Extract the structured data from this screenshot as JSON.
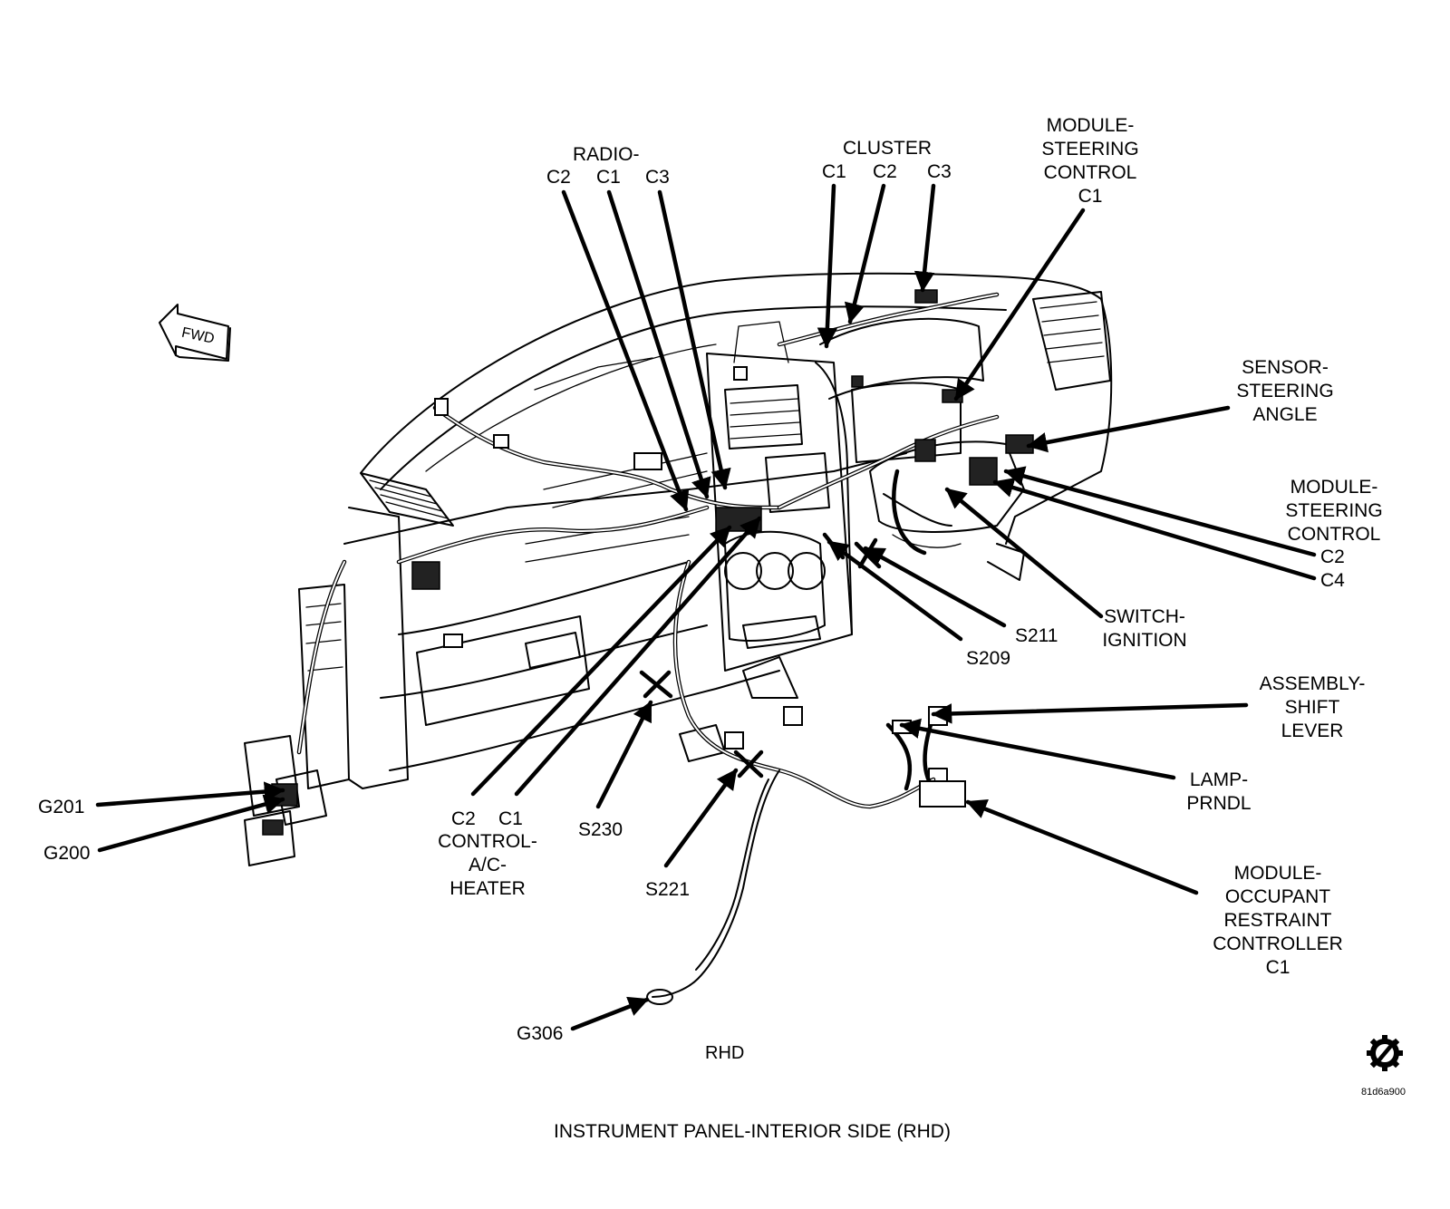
{
  "fwd_label": "FWD",
  "labels": {
    "radio": "RADIO-",
    "radio_c2": "C2",
    "radio_c1": "C1",
    "radio_c3": "C3",
    "cluster": "CLUSTER",
    "cluster_c1": "C1",
    "cluster_c2": "C2",
    "cluster_c3": "C3",
    "msc_line1": "MODULE-",
    "msc_line2": "STEERING",
    "msc_line3": "CONTROL",
    "msc_c1": "C1",
    "ssa_line1": "SENSOR-",
    "ssa_line2": "STEERING",
    "ssa_line3": "ANGLE",
    "msc2_line1": "MODULE-",
    "msc2_line2": "STEERING",
    "msc2_line3": "CONTROL",
    "msc2_c2": "C2",
    "msc2_c4": "C4",
    "sw_line1": "SWITCH-",
    "sw_line2": "IGNITION",
    "s211": "S211",
    "s209": "S209",
    "asl_line1": "ASSEMBLY-",
    "asl_line2": "SHIFT",
    "asl_line3": "LEVER",
    "lamp_line1": "LAMP-",
    "lamp_line2": "PRNDL",
    "morc_line1": "MODULE-",
    "morc_line2": "OCCUPANT",
    "morc_line3": "RESTRAINT",
    "morc_line4": "CONTROLLER",
    "morc_c1": "C1",
    "g201": "G201",
    "g200": "G200",
    "ctl_c2": "C2",
    "ctl_c1": "C1",
    "ctl_line1": "CONTROL-",
    "ctl_line2": "A/C-",
    "ctl_line3": "HEATER",
    "s230": "S230",
    "s221": "S221",
    "g306": "G306",
    "rhd": "RHD"
  },
  "code": "81d6a900",
  "caption": "INSTRUMENT PANEL-INTERIOR SIDE  (RHD)",
  "icons": [
    "fwd-arrow-icon",
    "gear-slash-icon"
  ]
}
